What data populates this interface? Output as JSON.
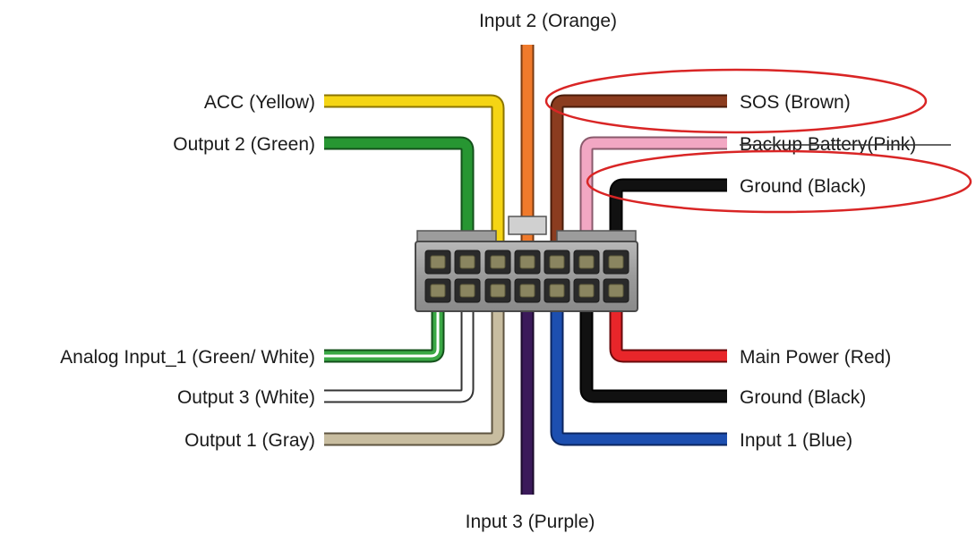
{
  "labels": {
    "input2": "Input 2 (Orange)",
    "acc": "ACC (Yellow)",
    "output2": "Output 2 (Green)",
    "sos": "SOS (Brown)",
    "backup": "Backup Battery(Pink)",
    "ground_top": "Ground (Black)",
    "analog1": "Analog Input_1 (Green/ White)",
    "output3": "Output 3 (White)",
    "output1": "Output 1 (Gray)",
    "main_power": "Main Power (Red)",
    "ground_bottom": "Ground (Black)",
    "input1": "Input 1 (Blue)",
    "input3": "Input 3 (Purple)"
  },
  "colors": {
    "orange": "#f07a2c",
    "yellow": "#f5d514",
    "green": "#279632",
    "brown": "#8b3c1f",
    "pink": "#f2a7c3",
    "black": "#111111",
    "green_white": "#3aa845",
    "white": "#ffffff",
    "gray": "#c8bda0",
    "red": "#e8262a",
    "blue": "#1d4fb0",
    "purple": "#3b1a5a",
    "highlight_ellipse": "#d92525"
  }
}
